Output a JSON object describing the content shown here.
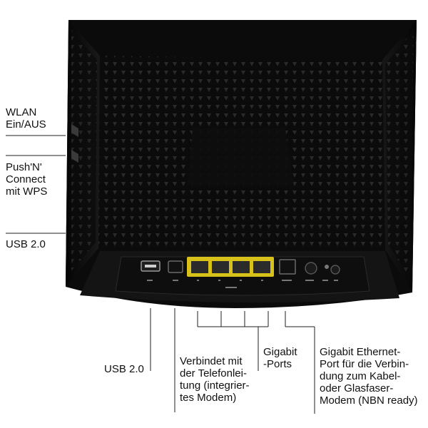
{
  "labels": {
    "wlan_switch": "WLAN\nEin/AUS",
    "push_n_connect": "Push'N'\nConnect\nmit WPS",
    "usb_side": "USB 2.0",
    "usb_rear": "USB 2.0",
    "phone_line": "Verbindet mit\nder Telefonlei-\ntung (integrier-\ntes Modem)",
    "gigabit_ports": "Gigabit\n-Ports",
    "wan_port": "Gigabit Ethernet-\nPort für die Verbin-\ndung zum Kabel-\noder Glasfaser-\nModem (NBN ready)"
  },
  "colors": {
    "router_body": "#0b0b0b",
    "router_edge": "#1d1d1d",
    "lan_port": "#d8c21a",
    "background": "#ffffff",
    "text": "#111111"
  },
  "icons": {
    "router": "router-rear-view",
    "buttons": "side-button-shape"
  }
}
